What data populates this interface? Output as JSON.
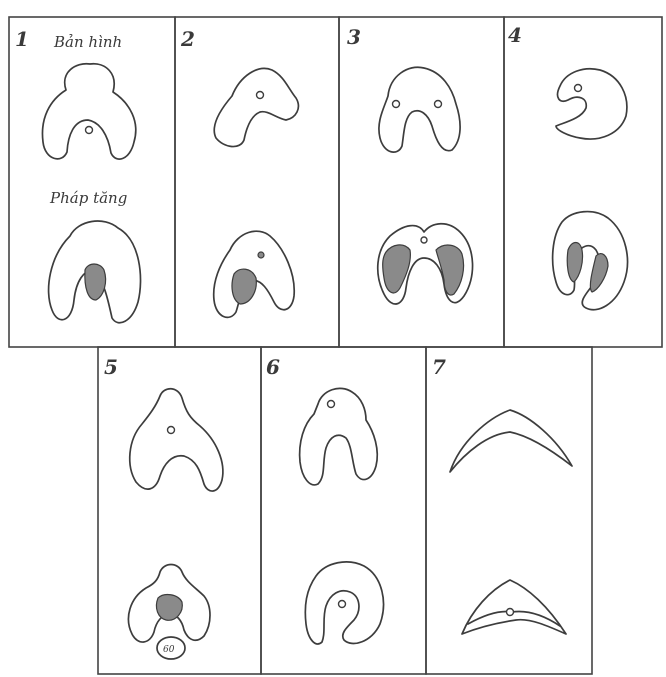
{
  "panels": [
    {
      "number": "1",
      "label_top": "Bản hình",
      "label_mid": "Pháp tăng"
    },
    {
      "number": "2"
    },
    {
      "number": "3"
    },
    {
      "number": "4"
    },
    {
      "number": "5"
    },
    {
      "number": "6"
    },
    {
      "number": "7"
    }
  ],
  "colors": {
    "ink": "#3d3d3d",
    "shade": "#8a8a8a",
    "paper": "#ffffff"
  }
}
